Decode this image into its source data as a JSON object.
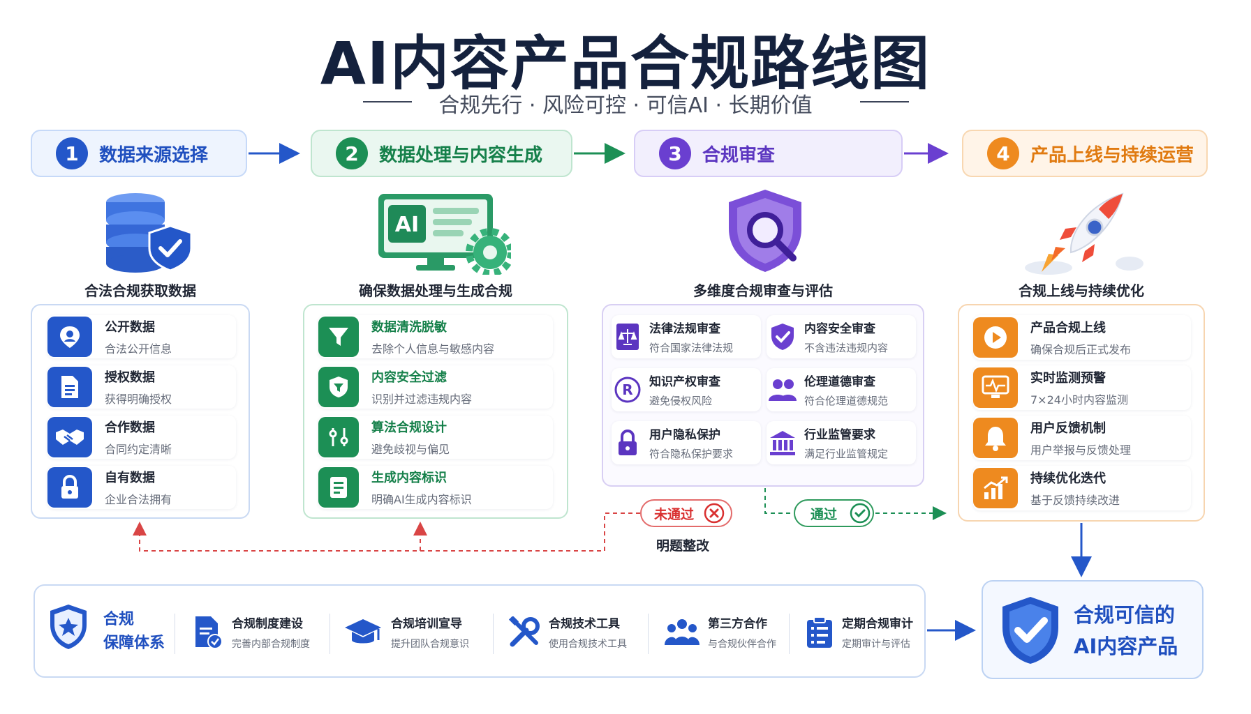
{
  "header": {
    "title": "AI内容产品合规路线图",
    "subtitle": "合规先行 · 风险可控 · 可信AI · 长期价值"
  },
  "stages": [
    {
      "num": "1",
      "label": "数据来源选择"
    },
    {
      "num": "2",
      "label": "数据处理与内容生成"
    },
    {
      "num": "3",
      "label": "合规审查"
    },
    {
      "num": "4",
      "label": "产品上线与持续运营"
    }
  ],
  "columns": [
    {
      "label": "合法合规获取数据",
      "illustration": "database-shield-icon"
    },
    {
      "label": "确保数据处理与生成合规",
      "illustration": "ai-monitor-gear-icon"
    },
    {
      "label": "多维度合规审查与评估",
      "illustration": "shield-magnifier-icon"
    },
    {
      "label": "合规上线与持续优化",
      "illustration": "rocket-icon"
    }
  ],
  "data_sources": [
    {
      "title": "公开数据",
      "desc": "合法公开信息",
      "icon": "user-location-icon"
    },
    {
      "title": "授权数据",
      "desc": "获得明确授权",
      "icon": "document-icon"
    },
    {
      "title": "合作数据",
      "desc": "合同约定清晰",
      "icon": "handshake-icon"
    },
    {
      "title": "自有数据",
      "desc": "企业合法拥有",
      "icon": "lock-icon"
    }
  ],
  "processing": [
    {
      "title": "数据清洗脱敏",
      "desc": "去除个人信息与敏感内容",
      "icon": "filter-icon"
    },
    {
      "title": "内容安全过滤",
      "desc": "识别并过滤违规内容",
      "icon": "shield-filter-icon"
    },
    {
      "title": "算法合规设计",
      "desc": "避免歧视与偏见",
      "icon": "sliders-icon"
    },
    {
      "title": "生成内容标识",
      "desc": "明确AI生成内容标识",
      "icon": "label-doc-icon"
    }
  ],
  "review": [
    {
      "title": "法律法规审查",
      "desc": "符合国家法律法规",
      "icon": "law-book-icon"
    },
    {
      "title": "内容安全审查",
      "desc": "不含违法违规内容",
      "icon": "shield-check-icon"
    },
    {
      "title": "知识产权审查",
      "desc": "避免侵权风险",
      "icon": "registered-icon"
    },
    {
      "title": "伦理道德审查",
      "desc": "符合伦理道德规范",
      "icon": "people-icon"
    },
    {
      "title": "用户隐私保护",
      "desc": "符合隐私保护要求",
      "icon": "padlock-icon"
    },
    {
      "title": "行业监管要求",
      "desc": "满足行业监管规定",
      "icon": "government-icon"
    }
  ],
  "operations": [
    {
      "title": "产品合规上线",
      "desc": "确保合规后正式发布",
      "icon": "play-icon"
    },
    {
      "title": "实时监测预警",
      "desc": "7×24小时内容监测",
      "icon": "monitor-pulse-icon"
    },
    {
      "title": "用户反馈机制",
      "desc": "用户举报与反馈处理",
      "icon": "bell-icon"
    },
    {
      "title": "持续优化迭代",
      "desc": "基于反馈持续改进",
      "icon": "growth-chart-icon"
    }
  ],
  "feedback": {
    "fail_label": "未通过",
    "pass_label": "通过",
    "fix_label": "明题整改"
  },
  "guarantee": {
    "heading_line1": "合规",
    "heading_line2": "保障体系",
    "items": [
      {
        "title": "合规制度建设",
        "desc": "完善内部合规制度",
        "icon": "policy-doc-icon"
      },
      {
        "title": "合规培训宣导",
        "desc": "提升团队合规意识",
        "icon": "graduation-cap-icon"
      },
      {
        "title": "合规技术工具",
        "desc": "使用合规技术工具",
        "icon": "tools-icon"
      },
      {
        "title": "第三方合作",
        "desc": "与合规伙伴合作",
        "icon": "team-icon"
      },
      {
        "title": "定期合规审计",
        "desc": "定期审计与评估",
        "icon": "clipboard-icon"
      }
    ]
  },
  "result": {
    "line1": "合规可信的",
    "line2": "AI内容产品"
  },
  "colors": {
    "blue": "#2457c9",
    "green": "#1c8f55",
    "purple": "#6a3fd0",
    "orange": "#ee8a1f",
    "red": "#d93030",
    "navy": "#14213d"
  }
}
